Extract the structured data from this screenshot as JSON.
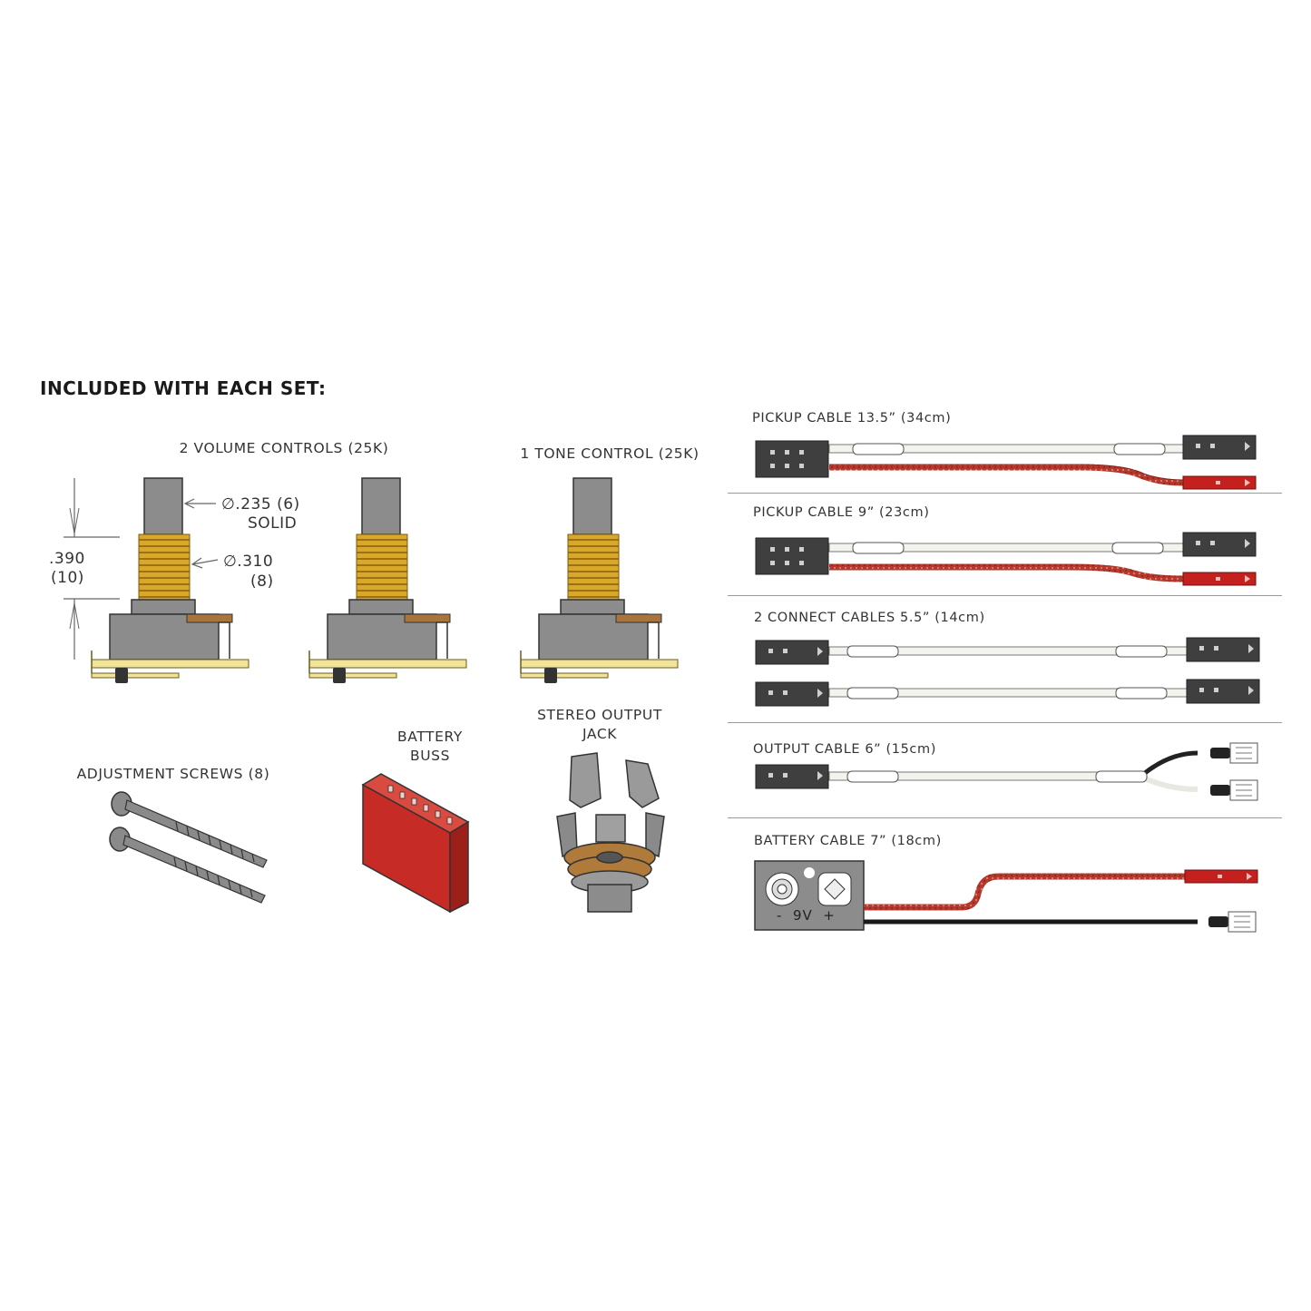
{
  "heading": "INCLUDED WITH EACH SET:",
  "left": {
    "volume_label": "2 VOLUME CONTROLS (25K)",
    "tone_label": "1 TONE CONTROL (25K)",
    "shaft_dia": "∅.235 (6)",
    "shaft_type": "SOLID",
    "thread_dia": "∅.310",
    "thread_mm": "(8)",
    "height_in": ".390",
    "height_mm": "(10)",
    "screws_label": "ADJUSTMENT SCREWS (8)",
    "buss_label_1": "BATTERY",
    "buss_label_2": "BUSS",
    "jack_label_1": "STEREO OUTPUT",
    "jack_label_2": "JACK"
  },
  "cables": {
    "pickup_long": "PICKUP CABLE 13.5” (34cm)",
    "pickup_short": "PICKUP CABLE 9” (23cm)",
    "connect": "2 CONNECT CABLES 5.5” (14cm)",
    "output": "OUTPUT CABLE 6” (15cm)",
    "battery": "BATTERY CABLE 7” (18cm)",
    "battery_clip_text": "-  9V  +"
  },
  "colors": {
    "connector_dark": "#3f3f3f",
    "connector_red": "#c4201e",
    "wire_red": "#b5392c",
    "wire_white": "#f4f4ee",
    "brass": "#d9a82b",
    "pot_gray": "#8c8c8c",
    "buss_red": "#c62c25"
  }
}
